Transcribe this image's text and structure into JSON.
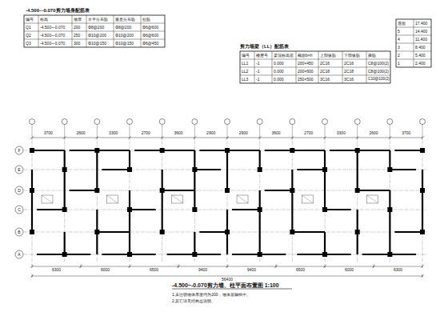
{
  "diagram": {
    "caption": "-4.500~-0.070剪力墙、柱平面布置图 1:100",
    "nodes": [
      {
        "text": [
          "-4.500~-0.070剪力墙身配筋表"
        ]
      },
      {
        "text": [
          "剪力墙梁（LL）配筋表"
        ]
      }
    ],
    "labels": [
      "编号",
      "标高",
      "墙厚",
      "水平分布筋",
      "垂直分布筋",
      "拉筋",
      "Q1",
      "-4.500~-0.070",
      "200",
      "Φ8@200",
      "Φ8@200",
      "Φ6@600",
      "Q2",
      "-4.500~-0.070",
      "250",
      "Φ10@200",
      "Φ10@200",
      "Φ6@600",
      "Q3",
      "-4.500~-0.070",
      "300",
      "Φ10@150",
      "Φ10@150",
      "Φ6@450",
      "编号",
      "楼层号",
      "梁顶标高差",
      "截面b×h",
      "上部纵筋",
      "下部纵筋",
      "箍筋",
      "LL1",
      "-1",
      "0.000",
      "200×450",
      "2C16",
      "2C16",
      "C8@100(2)",
      "LL2",
      "-1",
      "0.000",
      "200×600",
      "2C18",
      "2C18",
      "C8@100(2)",
      "LL3",
      "-1",
      "0.000",
      "250×500",
      "3C16",
      "3C16",
      "C10@100(2)",
      "屋面",
      "17.400",
      "5",
      "14.400",
      "4",
      "11.400",
      "3",
      "8.400",
      "2",
      "5.400",
      "1",
      "2.400",
      "3700",
      "2600",
      "3300",
      "2700",
      "3600",
      "2900",
      "2900",
      "3600",
      "2700",
      "3300",
      "2600",
      "3700",
      "6300",
      "6000",
      "6500",
      "9400",
      "9400",
      "6500",
      "6000",
      "6300",
      "56400",
      "F",
      "E",
      "D",
      "C",
      "B",
      "A",
      "1.未注明墙体厚度均为200，墙体居轴线中。",
      "2.其它详见结构总说明。"
    ]
  }
}
